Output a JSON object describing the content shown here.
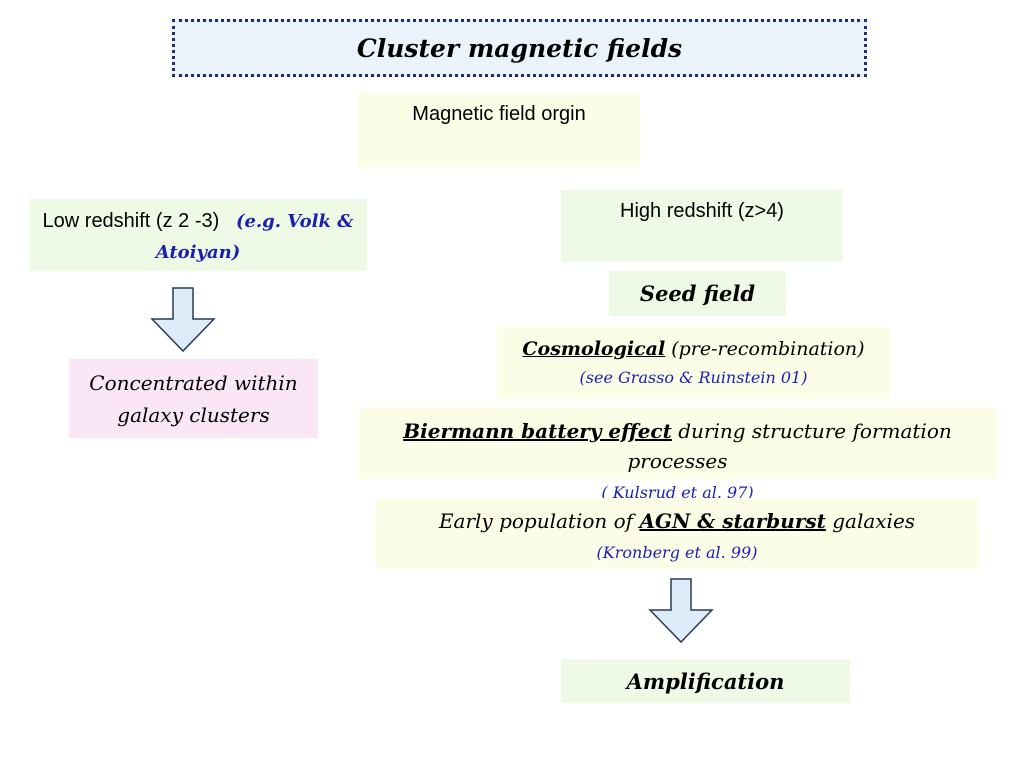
{
  "title": "Cluster magnetic fields",
  "origin": "Magnetic field orgin",
  "low_redshift": {
    "label": "Low redshift (z 2 -3)",
    "ref": "(e.g. Volk & Atoiyan)"
  },
  "high_redshift": "High redshift (z>4)",
  "seed_field": "Seed field",
  "concentrated": {
    "line1": "Concentrated within",
    "line2": "galaxy clusters"
  },
  "cosmological": {
    "keyword": "Cosmological",
    "rest": " (pre-recombination)",
    "cite": "(see Grasso & Ruinstein 01)"
  },
  "biermann": {
    "keyword": "Biermann battery effect",
    "rest": " during structure formation processes",
    "cite": "( Kulsrud et al. 97)"
  },
  "early": {
    "prefix": "Early  population of ",
    "keyword": "AGN  & starburst",
    "suffix": " galaxies",
    "cite": "(Kronberg et al. 99)"
  },
  "amplification": "Amplification",
  "colors": {
    "cite_blue": "#1a1fb0",
    "arrow_fill": "#dcecf8",
    "arrow_stroke": "#2a3a55",
    "title_border": "#1f2d7a"
  }
}
